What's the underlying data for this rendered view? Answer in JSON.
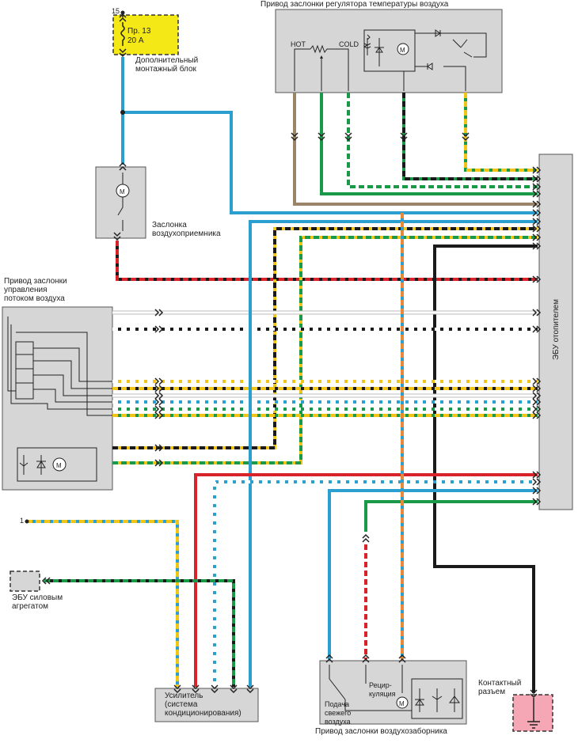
{
  "labels": {
    "pin_15": "15",
    "pin_1": "1",
    "fuse_name": "Пр. 13",
    "fuse_rating": "20 А",
    "aux_block": "Дополнительный\nмонтажный блок",
    "temp_actuator": "Привод заслонки регулятора температуры  воздуха",
    "hot": "HOT",
    "cold": "COLD",
    "intake_flap": "Заслонка\nвоздухоприемника",
    "airflow_actuator": "Привод заслонки\nуправления\nпотоком воздуха",
    "heater_ecu": "ЭБУ отопителем",
    "engine_ecu": "ЭБУ силовым\nагрегатом",
    "amplifier": "Усилитель\n(система\nкондиционирования)",
    "recirculation": "Рецир-\nкуляция",
    "fresh_air": "Подача\nсвежего\nвоздуха",
    "intake_actuator": "Привод заслонки воздухозаборника",
    "connector": "Контактный\nразъем"
  },
  "colors": {
    "blue": "#2a9fd0",
    "yellow": "#f0c419",
    "green": "#1a9a48",
    "red": "#d9232a",
    "black": "#1a1a1a",
    "brown": "#9b8468",
    "orange": "#e8893a",
    "white": "#ffffff",
    "gray_box": "#d6d6d6",
    "fuse_box": "#f4e816",
    "connector_box": "#f5a7b5"
  }
}
